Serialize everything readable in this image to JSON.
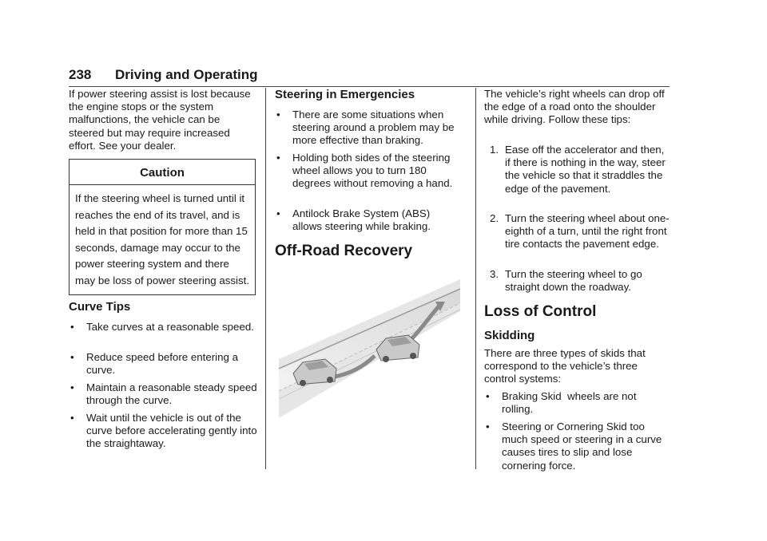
{
  "header": {
    "page_number": "238",
    "section": "Driving and Operating"
  },
  "col1": {
    "intro": "If power steering assist is lost because the engine stops or the system malfunctions, the vehicle can be steered but may require increased effort. See your dealer.",
    "caution_title": "Caution",
    "caution_text": "If the steering wheel is turned until it reaches the end of its travel, and is held in that position for more than 15 seconds, damage may occur to the power steering system and there may be loss of power steering assist.",
    "curve_heading": "Curve Tips",
    "curve_tips": [
      "Take curves at a reasonable speed.",
      "Reduce speed before entering a curve.",
      "Maintain a reasonable steady speed through the curve.",
      "Wait until the vehicle is out of the curve before accelerating gently into the straightaway."
    ]
  },
  "col2": {
    "emergency_heading": "Steering in Emergencies",
    "emergency_items": [
      "There are some situations when steering around a problem may be more effective than braking.",
      "Holding both sides of the steering wheel allows you to turn 180 degrees without removing a hand.",
      "Antilock Brake System (ABS) allows steering while braking."
    ],
    "offroad_heading": "Off-Road Recovery"
  },
  "col3": {
    "offroad_intro": "The vehicle’s right wheels can drop off the edge of a road onto the shoulder while driving. Follow these tips:",
    "offroad_steps": [
      "Ease off the accelerator and then, if there is nothing in the way, steer the vehicle so that it straddles the edge of the pavement.",
      "Turn the steering wheel about one-eighth of a turn, until the right front tire contacts the pavement edge.",
      "Turn the steering wheel to go straight down the roadway."
    ],
    "control_heading": "Loss of Control",
    "skid_heading": "Skidding",
    "skid_intro": "There are three types of skids that correspond to the vehicle’s three control systems:",
    "skid_types": [
      "Braking Skid  wheels are not rolling.",
      "Steering or Cornering Skid too much speed or steering in a curve causes tires to slip and lose cornering force."
    ]
  },
  "bullet_glyph": "•",
  "step_labels": [
    "1.",
    "2.",
    "3."
  ]
}
